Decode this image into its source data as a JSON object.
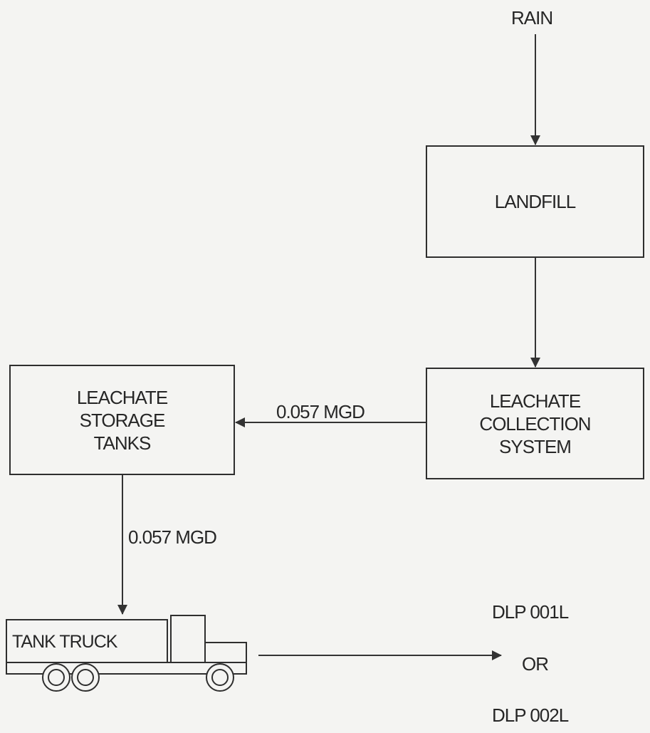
{
  "nodes": {
    "rain": "RAIN",
    "landfill": "LANDFILL",
    "leachate_collection": "LEACHATE\nCOLLECTION\nSYSTEM",
    "leachate_storage": "LEACHATE\nSTORAGE\nTANKS",
    "tank_truck": "TANK TRUCK",
    "dlp_001l": "DLP 001L",
    "or": "OR",
    "dlp_002l": "DLP 002L"
  },
  "flows": {
    "collection_to_storage": "0.057 MGD",
    "storage_to_truck": "0.057 MGD"
  }
}
